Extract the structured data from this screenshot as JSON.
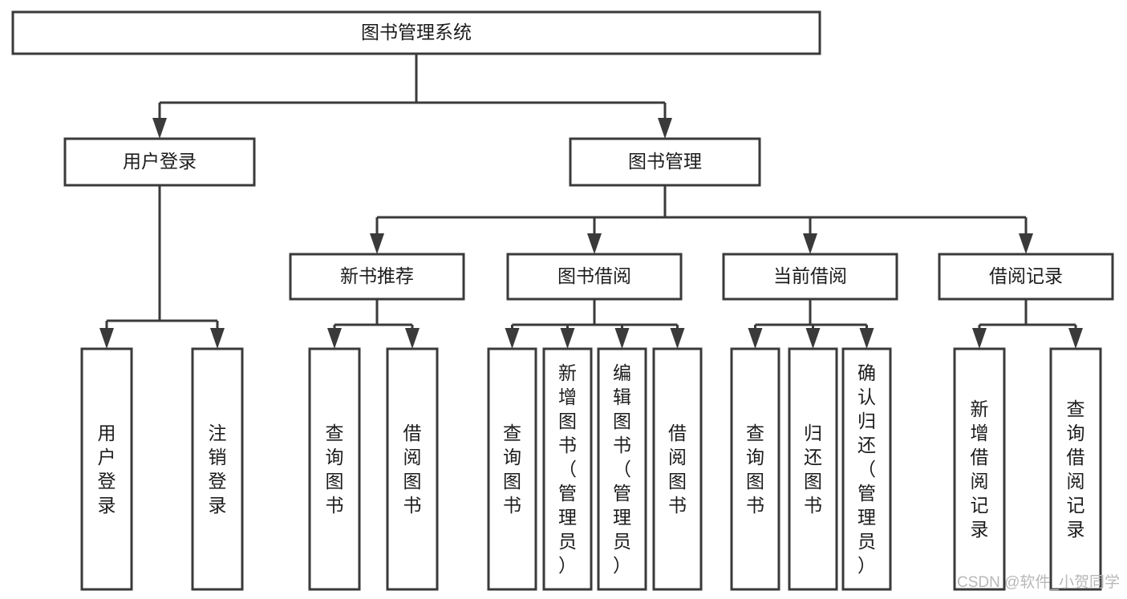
{
  "diagram": {
    "title": "图书管理系统",
    "type": "tree-hierarchy",
    "orientation": "top-down",
    "watermark": "CSDN @软件_小贺同学",
    "colors": {
      "box_stroke": "#3a3a3a",
      "box_fill": "#ffffff",
      "connector": "#3a3a3a",
      "text": "#1c1c1c",
      "watermark": "#b8b8b8",
      "background": "#ffffff"
    },
    "root": {
      "id": "root",
      "label": "图书管理系统",
      "level": 1,
      "text_orientation": "horizontal"
    },
    "level2": [
      {
        "id": "l2-0",
        "label": "用户登录",
        "level": 2,
        "text_orientation": "horizontal"
      },
      {
        "id": "l2-1",
        "label": "图书管理",
        "level": 2,
        "text_orientation": "horizontal"
      }
    ],
    "level3": [
      {
        "id": "l3-0",
        "label": "新书推荐",
        "parent": "l2-1",
        "level": 3,
        "text_orientation": "horizontal"
      },
      {
        "id": "l3-1",
        "label": "图书借阅",
        "parent": "l2-1",
        "level": 3,
        "text_orientation": "horizontal"
      },
      {
        "id": "l3-2",
        "label": "当前借阅",
        "parent": "l2-1",
        "level": 3,
        "text_orientation": "horizontal"
      },
      {
        "id": "l3-3",
        "label": "借阅记录",
        "parent": "l2-1",
        "level": 3,
        "text_orientation": "horizontal"
      }
    ],
    "leaves": [
      {
        "id": "leaf-0",
        "label": "用户登录",
        "parent": "l2-0",
        "level": 3,
        "text_orientation": "vertical"
      },
      {
        "id": "leaf-1",
        "label": "注销登录",
        "parent": "l2-0",
        "level": 3,
        "text_orientation": "vertical"
      },
      {
        "id": "leaf-2",
        "label": "查询图书",
        "parent": "l3-0",
        "level": 4,
        "text_orientation": "vertical"
      },
      {
        "id": "leaf-3",
        "label": "借阅图书",
        "parent": "l3-0",
        "level": 4,
        "text_orientation": "vertical"
      },
      {
        "id": "leaf-4",
        "label": "查询图书",
        "parent": "l3-1",
        "level": 4,
        "text_orientation": "vertical"
      },
      {
        "id": "leaf-5",
        "label": "新增图书（管理员）",
        "parent": "l3-1",
        "level": 4,
        "text_orientation": "vertical"
      },
      {
        "id": "leaf-6",
        "label": "编辑图书（管理员）",
        "parent": "l3-1",
        "level": 4,
        "text_orientation": "vertical"
      },
      {
        "id": "leaf-7",
        "label": "借阅图书",
        "parent": "l3-1",
        "level": 4,
        "text_orientation": "vertical"
      },
      {
        "id": "leaf-8",
        "label": "查询图书",
        "parent": "l3-2",
        "level": 4,
        "text_orientation": "vertical"
      },
      {
        "id": "leaf-9",
        "label": "归还图书",
        "parent": "l3-2",
        "level": 4,
        "text_orientation": "vertical"
      },
      {
        "id": "leaf-10",
        "label": "确认归还（管理员）",
        "parent": "l3-2",
        "level": 4,
        "text_orientation": "vertical"
      },
      {
        "id": "leaf-11",
        "label": "新增借阅记录",
        "parent": "l3-3",
        "level": 4,
        "text_orientation": "vertical"
      },
      {
        "id": "leaf-12",
        "label": "查询借阅记录",
        "parent": "l3-3",
        "level": 4,
        "text_orientation": "vertical"
      }
    ]
  }
}
